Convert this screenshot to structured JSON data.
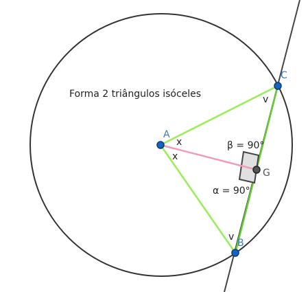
{
  "caption": "Forma 2 triângulos isóceles",
  "points": {
    "A": {
      "label": "A",
      "color": "#1565c0"
    },
    "B": {
      "label": "B",
      "color": "#1565c0"
    },
    "C": {
      "label": "C",
      "color": "#1565c0"
    },
    "G": {
      "label": "G",
      "color": "#555555"
    }
  },
  "angle_labels": {
    "x_top": "x",
    "x_bottom": "x",
    "v_c": "v",
    "v_b": "v",
    "beta": "β = 90°",
    "alpha": "α = 90°"
  },
  "colors": {
    "circle": "#333333",
    "secant_line": "#444444",
    "triangle_sides": "#99ee55",
    "chord": "#66cc33",
    "perpendicular": "#f19bb5",
    "right_angle_fill": "#e0e0e0",
    "right_angle_stroke": "#444444"
  }
}
